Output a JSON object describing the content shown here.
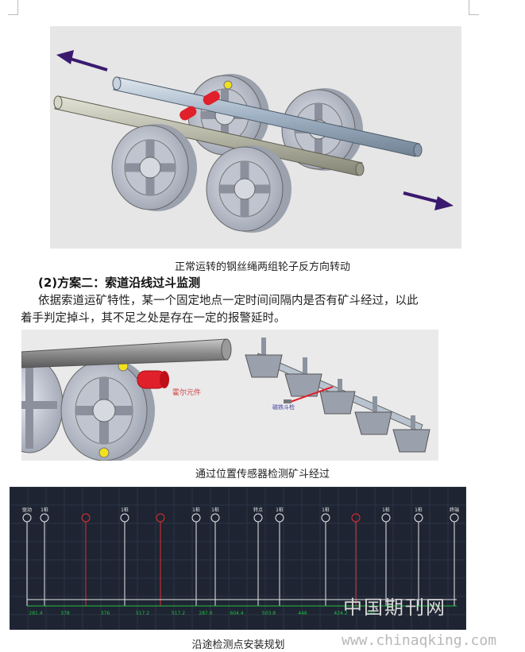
{
  "figures": {
    "fig1_caption": "正常运转的钢丝绳两组轮子反方向转动",
    "fig2_caption": "通过位置传感器检测矿斗经过",
    "fig2_labels": {
      "sensor_label": "霍尔元件",
      "bucket_label": "磁铁斗检"
    },
    "fig3_caption": "沿途检测点安装规划",
    "fig3_top_labels": [
      "驱动",
      "1桩",
      "",
      "1桩",
      "",
      "1桩",
      "1桩",
      "",
      "转点",
      "1桩",
      "",
      "1桩",
      "",
      "1桩",
      "1桩",
      "1桩",
      "终端"
    ],
    "fig3_bottom_values": [
      "281.4",
      "378",
      "376",
      "517.2",
      "517.2",
      "287.6",
      "604.4",
      "503.8",
      "446",
      "424.2",
      "446",
      "",
      ""
    ]
  },
  "section": {
    "heading": "(2)方案二：索道沿线过斗监测",
    "para_line1": "依据索道运矿特性，某一个固定地点一定时间间隔内是否有矿斗经过，以此",
    "para_line2": "着手判定掉斗，其不足之处是存在一定的报警延时。"
  },
  "watermark": {
    "cn": "中国期刊网",
    "url": "www.chinaqking.com"
  },
  "colors": {
    "pipe": "#aab8c8",
    "wheel": "#c9cdd6",
    "arrow": "#3a1a6e",
    "red_part": "#e0202a",
    "cad_bg": "#1e2432",
    "cad_red": "#e03030",
    "cad_green": "#20c040"
  }
}
